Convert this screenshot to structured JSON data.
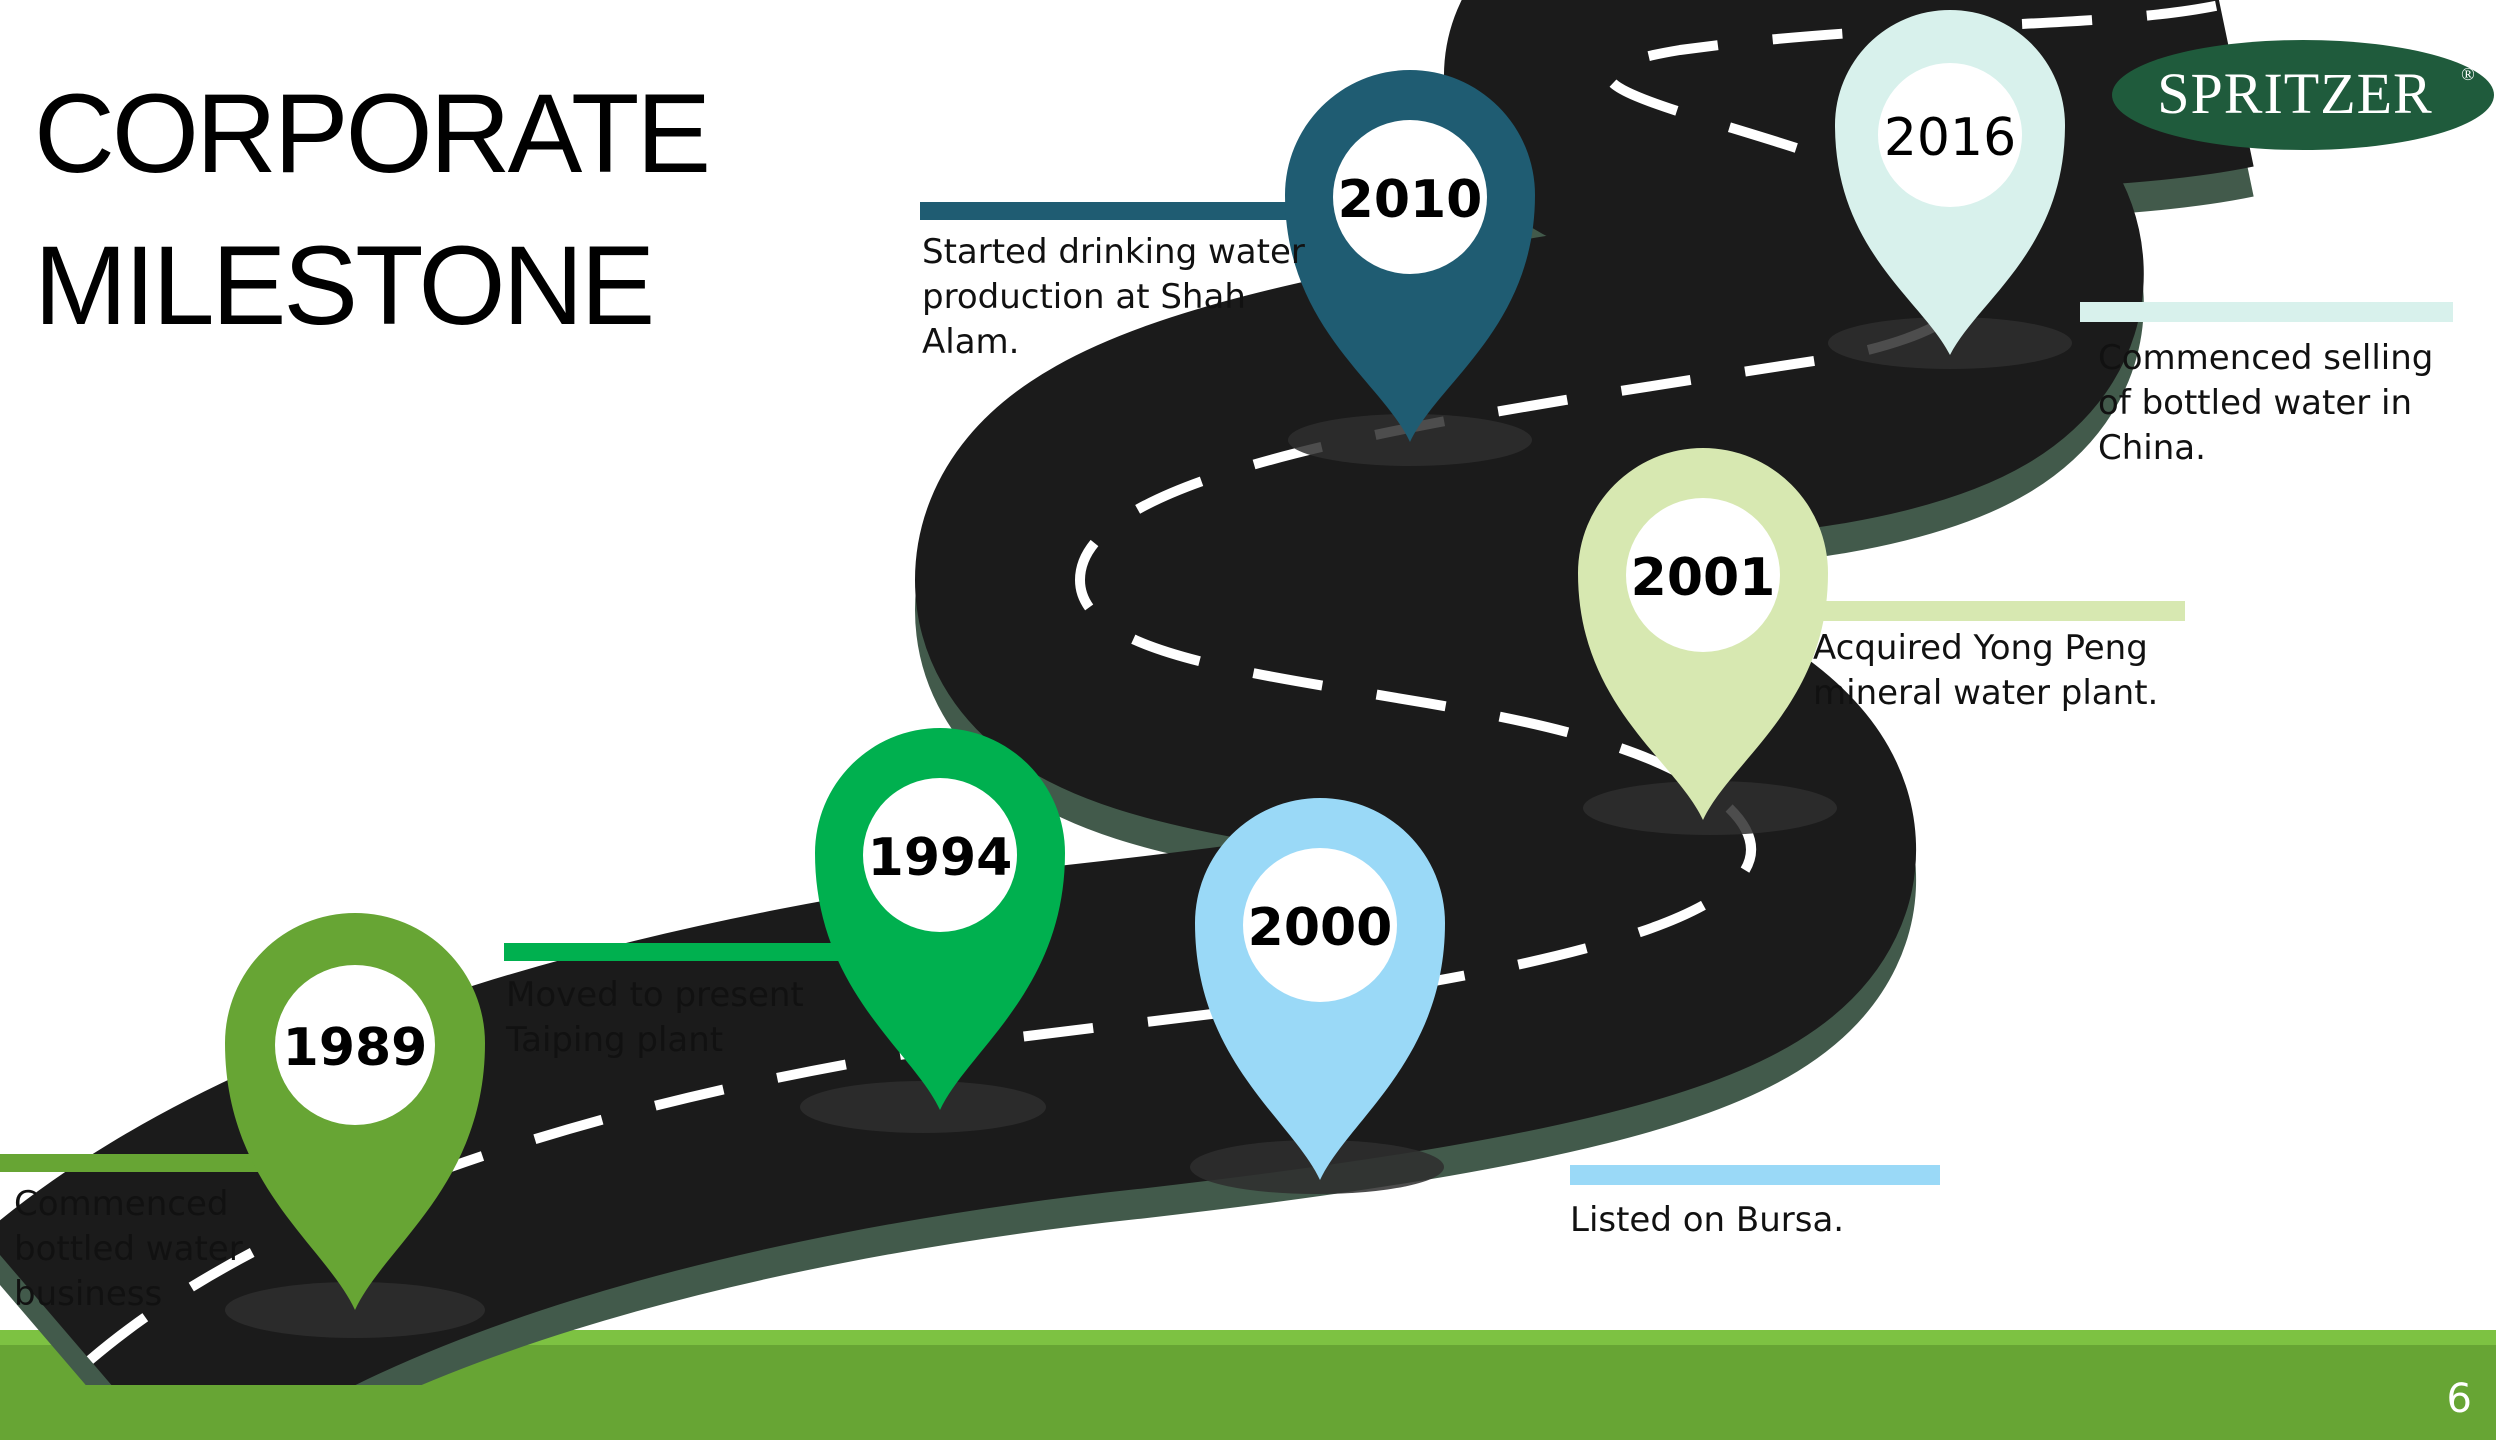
{
  "slide": {
    "title_line1": "CORPORATE",
    "title_line2": "MILESTONE",
    "page_number": "6",
    "logo_text": "SPRITZER",
    "logo_mark": "®"
  },
  "colors": {
    "road": "#1b1b1b",
    "road_side": "#425a4b",
    "ground": "#67a534",
    "ground_light": "#7dc242",
    "pin_1989": "#67a534",
    "pin_1994": "#00b04f",
    "pin_2000": "#9ad9f7",
    "pin_2001": "#d7e8b1",
    "pin_2010": "#1f5c72",
    "pin_2016": "#d8f1ec",
    "logo_bg": "#1f5b3c"
  },
  "milestones": [
    {
      "year": "1989",
      "text": "Commenced\nbottled water\nbusiness"
    },
    {
      "year": "1994",
      "text": "Moved to present\nTaiping plant"
    },
    {
      "year": "2000",
      "text": "Listed on Bursa."
    },
    {
      "year": "2001",
      "text": "Acquired Yong Peng\nmineral water plant."
    },
    {
      "year": "2010",
      "text": "Started drinking water\nproduction at Shah\nAlam."
    },
    {
      "year": "2016",
      "text": "Commenced selling\nof bottled water in\nChina."
    }
  ]
}
